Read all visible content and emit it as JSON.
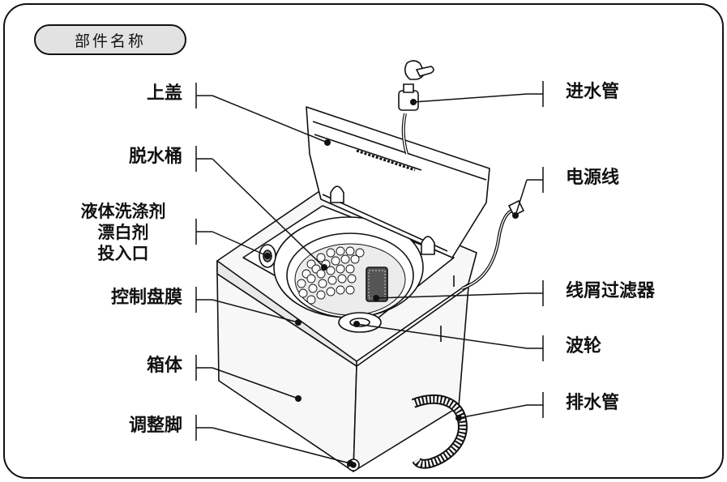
{
  "title": "部件名称",
  "labels": {
    "top_lid": "上盖",
    "drum": "脱水桶",
    "detergent_inlet": [
      "液体洗涤剂",
      "漂白剂",
      "投入口"
    ],
    "control_panel": "控制盘膜",
    "cabinet": "箱体",
    "leveling_foot": "调整脚",
    "water_inlet_hose": "进水管",
    "power_cord": "电源线",
    "lint_filter": "线屑过滤器",
    "pulsator": "波轮",
    "drain_hose": "排水管"
  },
  "colors": {
    "line": "#111111",
    "pill_fill": "#e2e2e2",
    "machine_fill": "#f7f7f7",
    "filter_fill": "#555555"
  }
}
